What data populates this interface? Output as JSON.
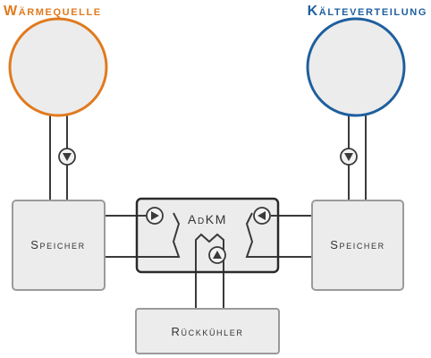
{
  "heat_source": {
    "label": "Wärmequelle",
    "color": "#e07a1f"
  },
  "cold_distribution": {
    "label": "Kälteverteilung",
    "color": "#1f5f9e"
  },
  "storage_left": {
    "label": "Speicher"
  },
  "storage_right": {
    "label": "Speicher"
  },
  "adkm": {
    "label": "AdKM"
  },
  "recooler": {
    "label": "Rückkühler"
  },
  "colors": {
    "box_fill": "#ececec",
    "box_stroke": "#9a9a9a",
    "adkm_stroke": "#2a2a2a",
    "pipe": "#3a3a3a",
    "pump_fill": "#f2f2f2",
    "text": "#333333"
  },
  "icons": [
    "pump-down-icon",
    "pump-right-icon",
    "pump-left-icon",
    "pump-up-icon"
  ]
}
